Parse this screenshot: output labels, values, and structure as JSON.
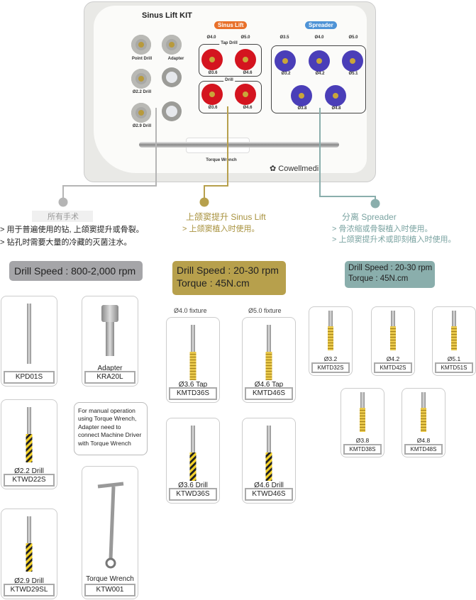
{
  "kit": {
    "title": "Sinus Lift KIT",
    "sinus_badge": "Sinus Lift",
    "spreader_badge": "Spreader",
    "sinus_headers": [
      "Ø4.0",
      "Ø5.0"
    ],
    "spreader_headers": [
      "Ø3.5",
      "Ø4.0",
      "Ø5.0"
    ],
    "tap_drill_label": "Tap Drill",
    "drill_label": "Drill",
    "tap_items": [
      "Ø3.6",
      "Ø4.6"
    ],
    "drill_items": [
      "Ø3.6",
      "Ø4.6"
    ],
    "spreader_items": [
      "Ø3.2",
      "Ø4.2",
      "Ø5.1",
      "Ø3.8",
      "Ø4.8"
    ],
    "left_items": [
      "Point Drill",
      "Adapter",
      "Ø2.2 Drill",
      "Ø2.9 Drill"
    ],
    "wrench_label": "Torque Wrench",
    "brand": "Cowellmedi",
    "colors": {
      "sinus": "#e8702a",
      "spreader": "#4e93d6",
      "gray_line": "#b5b5b5",
      "gold_line": "#b7a04c",
      "teal_line": "#8aaeac"
    }
  },
  "sections": {
    "general": {
      "title": "所有手术",
      "lines": [
        "> 用于普遍使用的钻, 上颌窦提升或骨裂。",
        "> 钻孔时需要大量的冷藏的灭菌注水。"
      ],
      "speed": [
        "Drill Speed : 800-2,000 rpm"
      ]
    },
    "sinus": {
      "title": "上颌窦提升 Sinus Lift",
      "lines": [
        "> 上颌窦植入时使用。"
      ],
      "speed": [
        "Drill Speed : 20-30 rpm",
        "Torque : 45N.cm"
      ]
    },
    "spreader": {
      "title": "分离 Spreader",
      "lines": [
        "> 骨浓缩或骨裂植入时使用。",
        "> 上颌窦提升术或即刻植入时使用。"
      ],
      "speed": [
        "Drill Speed : 20-30 rpm",
        "Torque : 45N.cm"
      ]
    }
  },
  "fixture_captions": [
    "Ø4.0 fixture",
    "Ø5.0 fixture"
  ],
  "tooltip": "For manual operation using Torque Wrench, Adapter need to connect Machine Driver with Torque Wrench",
  "products": [
    {
      "code": "KPD01S",
      "name": "",
      "type": "point"
    },
    {
      "code": "KRA20L",
      "name": "Adapter",
      "type": "adapter"
    },
    {
      "code": "KTWD22S",
      "name": "Ø2.2 Drill",
      "type": "spiral"
    },
    {
      "code": "KTWD29SL",
      "name": "Ø2.9 Drill",
      "type": "spiral"
    },
    {
      "code": "KTW001",
      "name": "Torque Wrench",
      "type": "wrench"
    },
    {
      "code": "KMTD36S",
      "name": "Ø3.6 Tap",
      "type": "tap"
    },
    {
      "code": "KMTD46S",
      "name": "Ø4.6 Tap",
      "type": "tap"
    },
    {
      "code": "KTWD36S",
      "name": "Ø3.6 Drill",
      "type": "spiral"
    },
    {
      "code": "KTWD46S",
      "name": "Ø4.6 Drill",
      "type": "spiral"
    },
    {
      "code": "KMTD32S",
      "name": "Ø3.2",
      "type": "tap"
    },
    {
      "code": "KMTD42S",
      "name": "Ø4.2",
      "type": "tap"
    },
    {
      "code": "KMTD51S",
      "name": "Ø5.1",
      "type": "tap"
    },
    {
      "code": "KMTD38S",
      "name": "Ø3.8",
      "type": "tap"
    },
    {
      "code": "KMTD48S",
      "name": "Ø4.8",
      "type": "tap"
    }
  ]
}
